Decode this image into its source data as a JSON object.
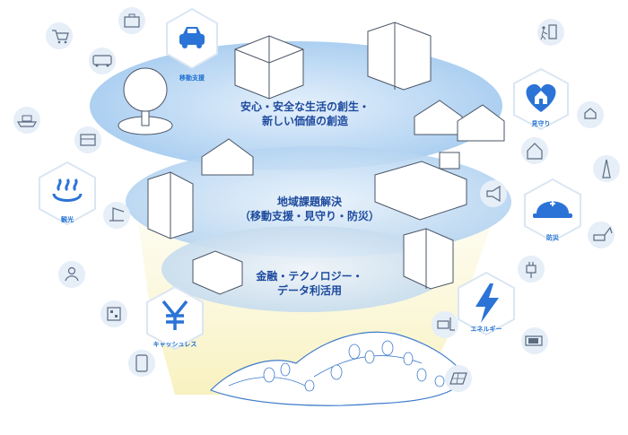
{
  "colors": {
    "accent": "#2b73d6",
    "layer_fill": "#cfe4f8",
    "layer_fill_deep": "#a9cdf1",
    "icon_circle": "#e6eef8",
    "icon_stroke": "#5b6b80",
    "beam": "#fbf6d2",
    "label": "#1d4a9e"
  },
  "layers": [
    {
      "line1": "安心・安全な生活の創生・",
      "line2": "新しい価値の創造"
    },
    {
      "line1": "地域課題解決",
      "line2": "（移動支援・見守り・防災）"
    },
    {
      "line1": "金融・テクノロジー・",
      "line2": "データ利活用"
    }
  ],
  "hex_labels": {
    "mobility": "移動支援",
    "watch": "見守り",
    "tourism": "観光",
    "disaster": "防災",
    "cashless": "キャッシュレス",
    "energy": "エネルギー"
  },
  "hex_icons": {
    "mobility": "car-icon",
    "watch": "heart-house-icon",
    "tourism": "hot-spring-icon",
    "disaster": "helmet-icon",
    "cashless": "yen-icon",
    "energy": "lightning-icon"
  },
  "small_icons": [
    "shopping-cart-icon",
    "briefcase-icon",
    "bus-icon",
    "ship-icon",
    "train-icon",
    "exit-door-icon",
    "hand-house-icon",
    "house-icon",
    "traffic-cone-icon",
    "crane-icon",
    "sign-icon",
    "person-id-icon",
    "qr-code-icon",
    "smartphone-yen-icon",
    "megaphone-icon",
    "plug-icon",
    "forklift-icon",
    "battery-icon",
    "solar-panel-icon",
    "excavator-icon"
  ]
}
